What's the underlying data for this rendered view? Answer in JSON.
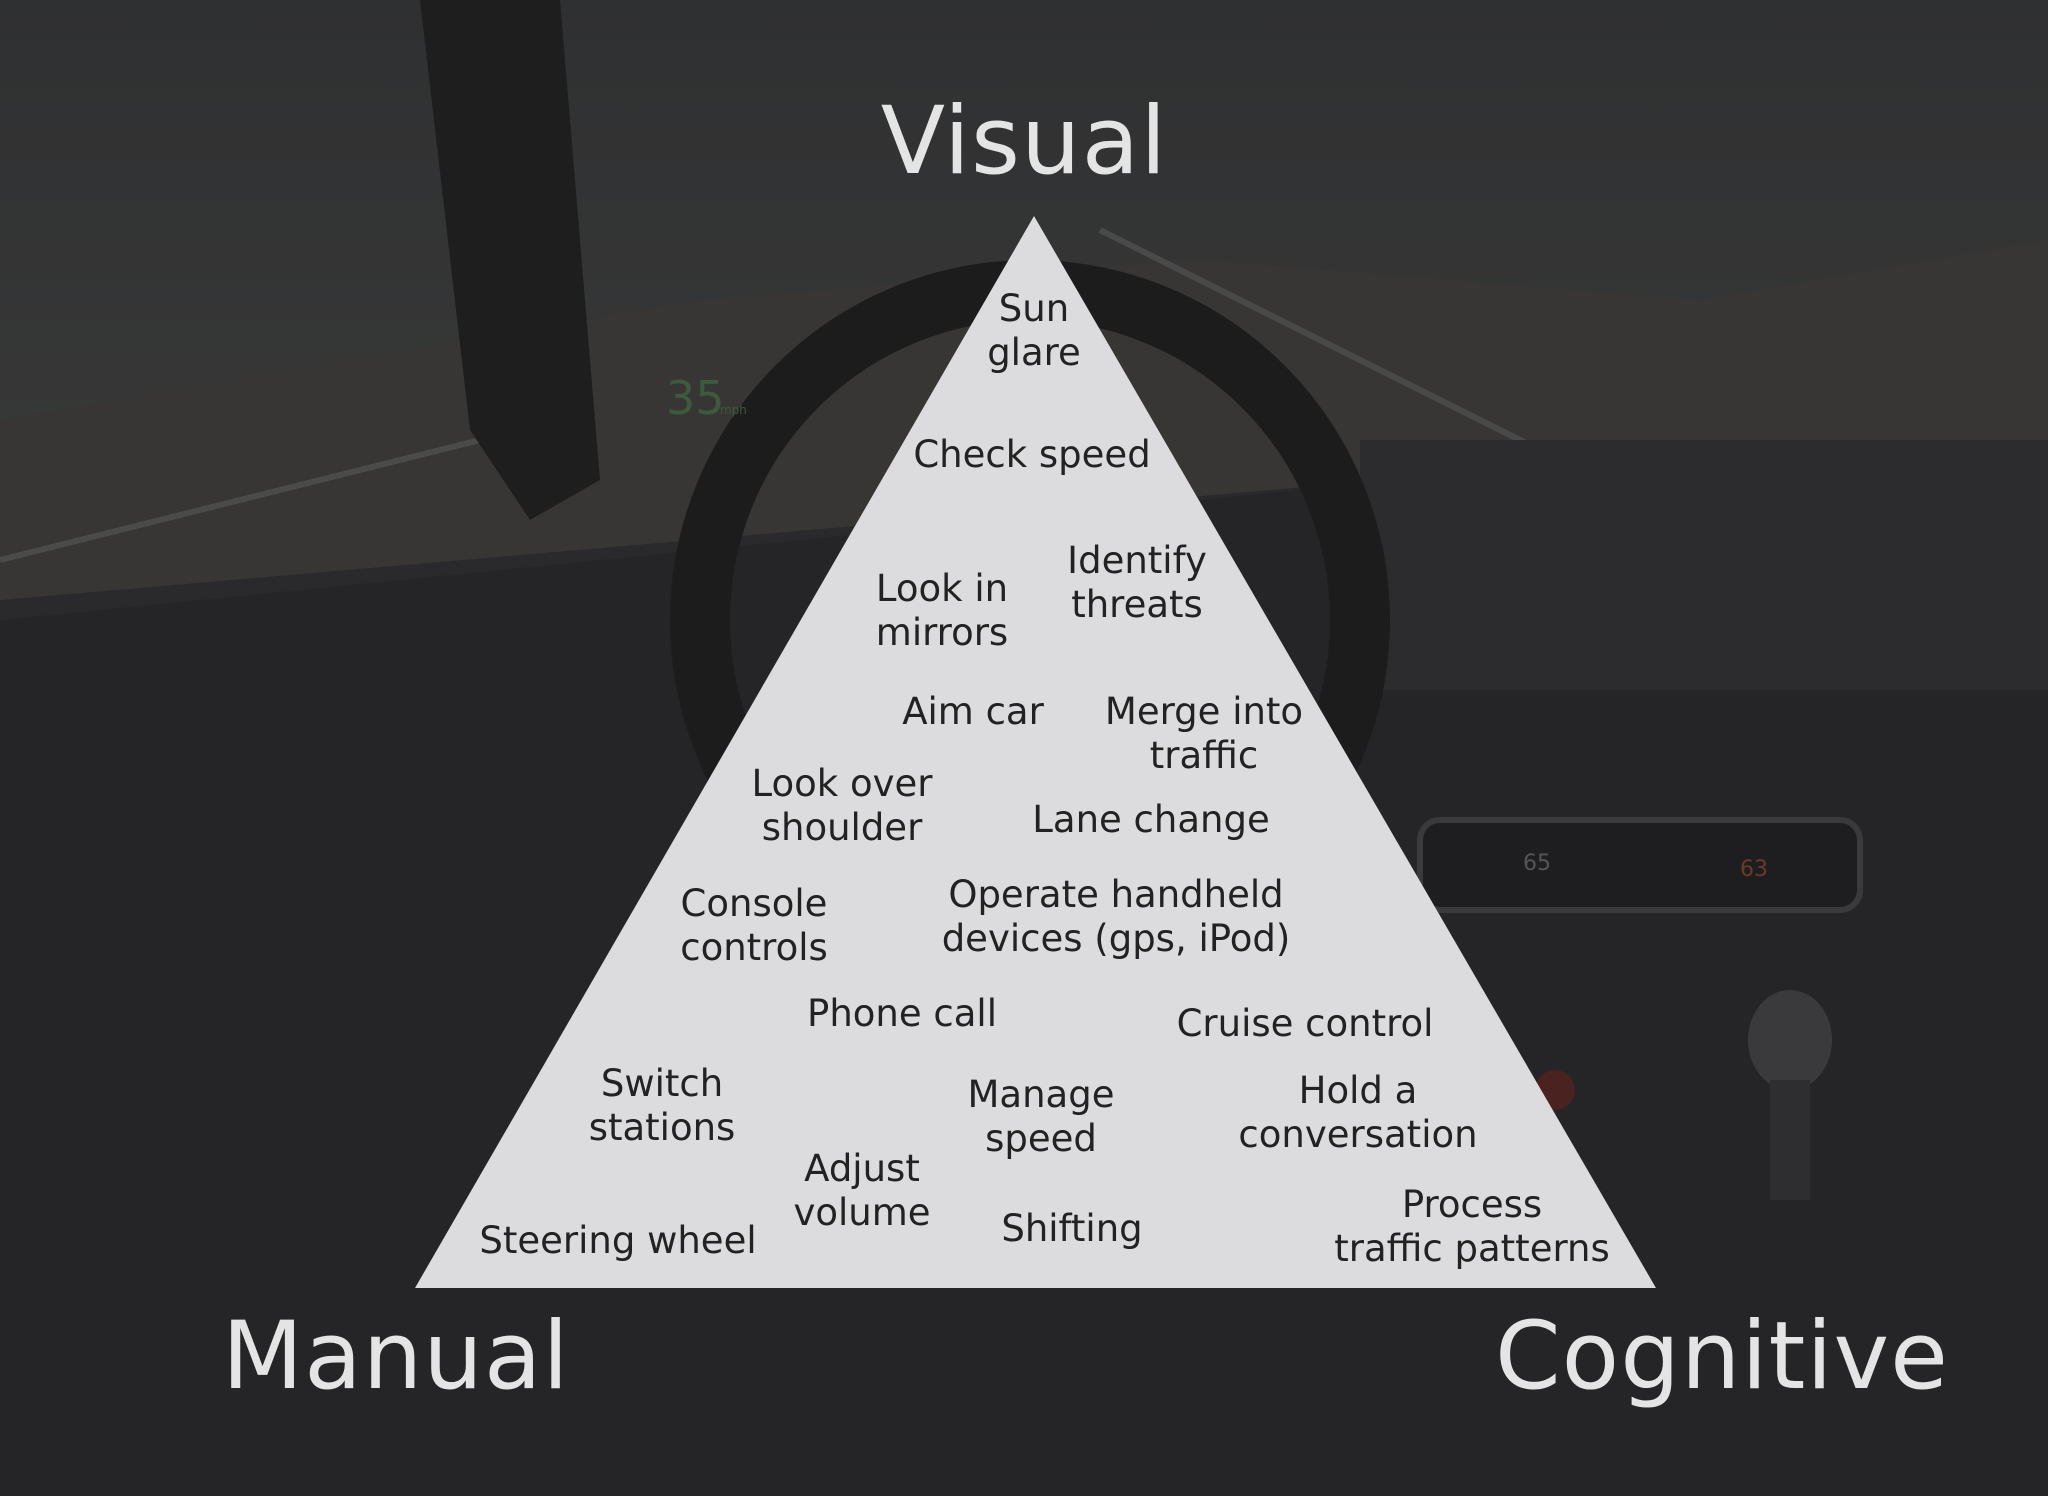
{
  "corners": {
    "top": "Visual",
    "bottom_left": "Manual",
    "bottom_right": "Cognitive"
  },
  "background": {
    "speed_value": "35",
    "speed_unit": "mph",
    "gauge_left": "65",
    "gauge_right": "63"
  },
  "colors": {
    "triangle_fill": "#dcdcde",
    "label_text": "#222222",
    "corner_text": "#e4e4e4",
    "background": "#2b2b2d"
  },
  "items": [
    {
      "id": "sun-glare",
      "text": "Sun\nglare"
    },
    {
      "id": "check-speed",
      "text": "Check speed"
    },
    {
      "id": "look-in-mirrors",
      "text": "Look in\nmirrors"
    },
    {
      "id": "identify-threats",
      "text": "Identify\nthreats"
    },
    {
      "id": "aim-car",
      "text": "Aim car"
    },
    {
      "id": "merge-into-traffic",
      "text": "Merge into\ntraffic"
    },
    {
      "id": "look-over-shoulder",
      "text": "Look over\nshoulder"
    },
    {
      "id": "lane-change",
      "text": "Lane change"
    },
    {
      "id": "console-controls",
      "text": "Console\ncontrols"
    },
    {
      "id": "operate-handheld",
      "text": "Operate handheld\ndevices (gps, iPod)"
    },
    {
      "id": "phone-call",
      "text": "Phone call"
    },
    {
      "id": "cruise-control",
      "text": "Cruise control"
    },
    {
      "id": "switch-stations",
      "text": "Switch\nstations"
    },
    {
      "id": "manage-speed",
      "text": "Manage\nspeed"
    },
    {
      "id": "hold-conversation",
      "text": "Hold a\nconversation"
    },
    {
      "id": "adjust-volume",
      "text": "Adjust\nvolume"
    },
    {
      "id": "shifting",
      "text": "Shifting"
    },
    {
      "id": "process-traffic",
      "text": "Process\ntraffic patterns"
    },
    {
      "id": "steering-wheel",
      "text": "Steering wheel"
    }
  ]
}
